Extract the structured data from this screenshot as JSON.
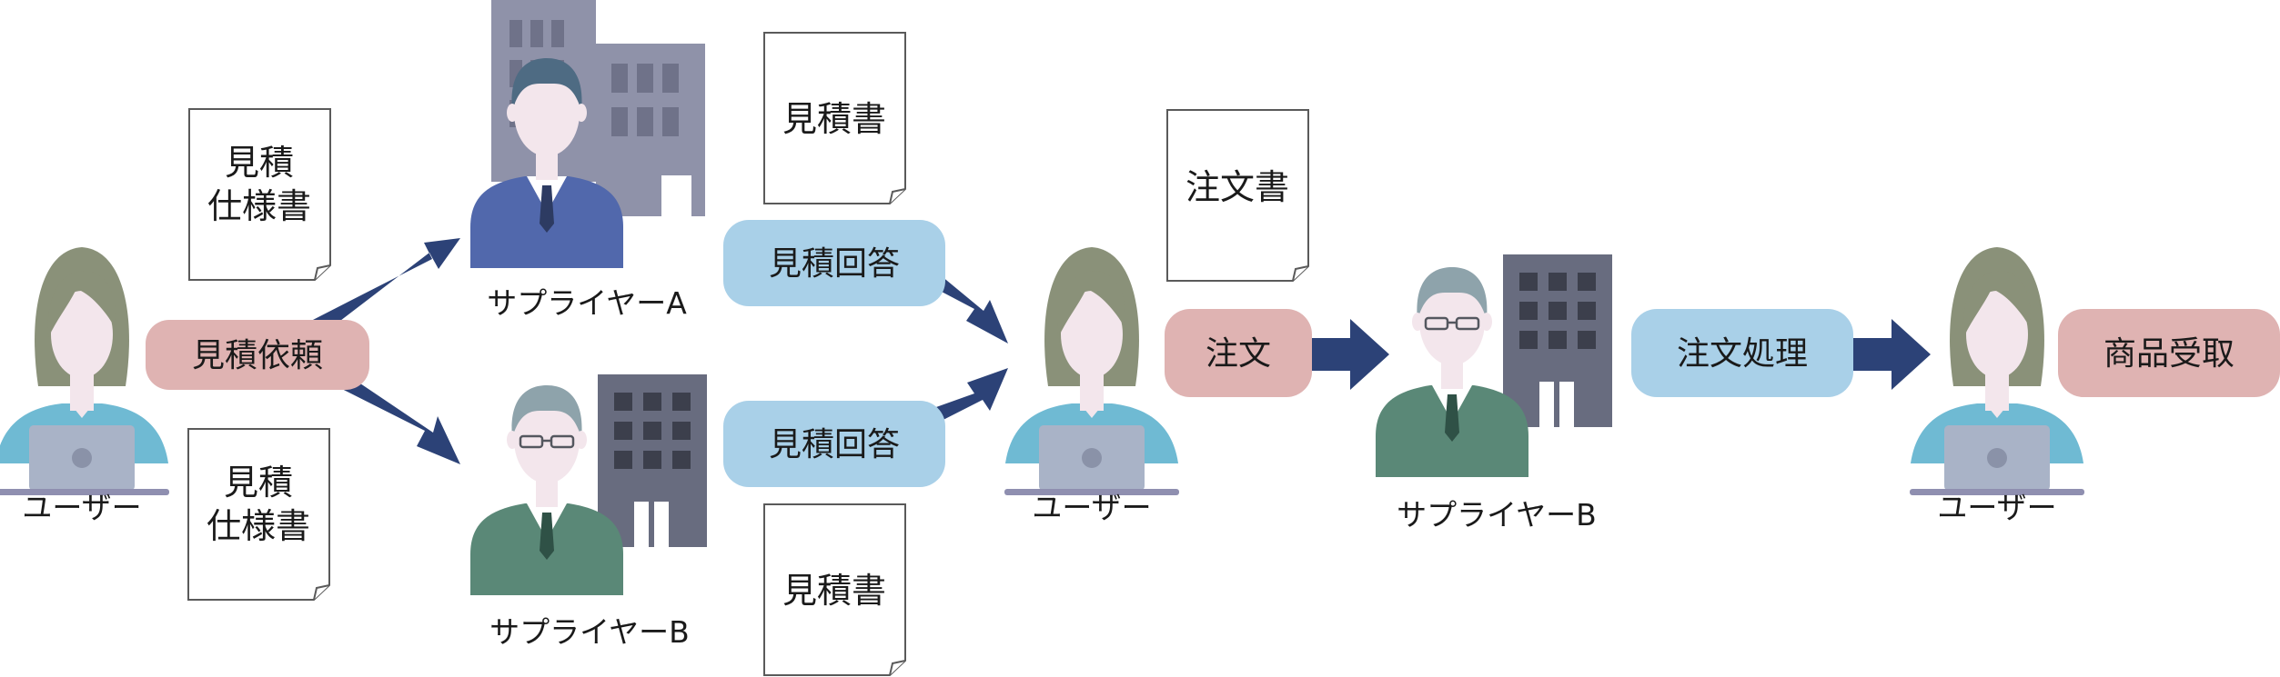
{
  "colors": {
    "pink_pill": "#dfb3b2",
    "blue_pill": "#a9d0e8",
    "arrow": "#2c4277",
    "skin": "#f3e6ec",
    "user_hair": "#8a9179",
    "user_shirt": "#6fbad3",
    "laptop": "#a9b3c7",
    "desk": "#8f8fb0",
    "supplier_a_suit": "#5168ac",
    "supplier_a_hair": "#4e6b83",
    "supplier_b_suit": "#5a8877",
    "supplier_b_hair": "#8ea3ab",
    "building_a": "#8f92a9",
    "building_a_dark": "#6f7289",
    "building_b": "#686c7f",
    "building_b_window": "#3c3f4c",
    "doc_border": "#5a5a5a"
  },
  "labels": {
    "user_left": "ユーザー",
    "user_middle": "ユーザー",
    "user_right": "ユーザー",
    "supplier_a": "サプライヤーA",
    "supplier_b_bottom": "サプライヤーB",
    "supplier_b_middle": "サプライヤーB"
  },
  "pills": {
    "request_quote": "見積依頼",
    "quote_answer_top": "見積回答",
    "quote_answer_bottom": "見積回答",
    "order": "注文",
    "order_processing": "注文処理",
    "goods_receipt": "商品受取"
  },
  "documents": {
    "spec_top": [
      "見積",
      "仕様書"
    ],
    "spec_bottom": [
      "見積",
      "仕様書"
    ],
    "quotation_top": "見積書",
    "quotation_bottom": "見積書",
    "purchase_order": "注文書"
  }
}
